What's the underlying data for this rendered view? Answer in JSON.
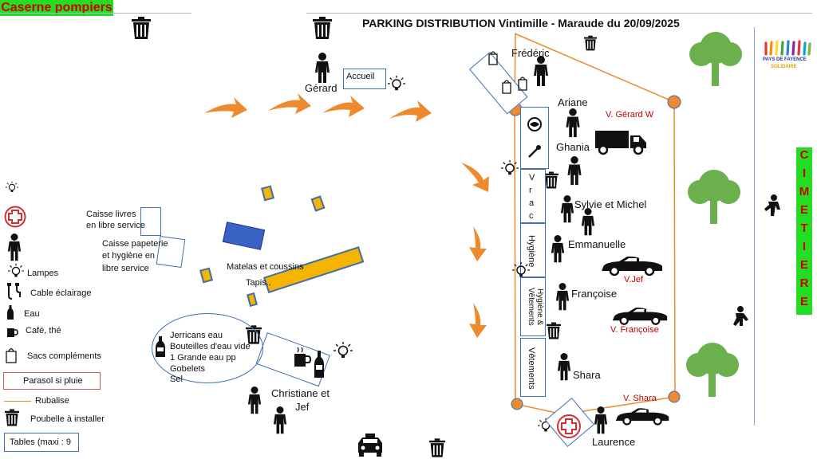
{
  "header": {
    "title": "PARKING DISTRIBUTION Vintimille  - Maraude du 20/09/2025",
    "caserne": "Caserne pompiers"
  },
  "logo": {
    "text_top": "PAYS DE FAYENCE",
    "text_bottom": "SOLIDAIRE"
  },
  "cimetiere": [
    "C",
    "I",
    "M",
    "E",
    "T",
    "I",
    "E",
    "R",
    "E"
  ],
  "people": {
    "gerard": "Gérard",
    "frederic": "Frédéric",
    "ariane": "Ariane",
    "ghania": "Ghania",
    "sylvie_michel": "Sylvie et Michel",
    "emmanuelle": "Emmanuelle",
    "francoise": "Françoise",
    "shara": "Shara",
    "laurence": "Laurence",
    "christiane_jef_1": "Christiane et",
    "christiane_jef_2": "Jef"
  },
  "vehicles": {
    "v_gerard": "V. Gérard W",
    "v_jef": "V.Jef",
    "v_francoise": "V. Françoise",
    "v_shara": "V. Shara"
  },
  "stations": {
    "accueil": "Accueil",
    "vrac": "V r a c",
    "hygiene": "Hygiène",
    "hygiene_vetements": "Hygiène & Vêtements",
    "vetements": "Vêtements"
  },
  "zones": {
    "caisse_livres_1": "Caisse livres",
    "caisse_livres_2": "en libre service",
    "caisse_pap_1": "Caisse papeterie",
    "caisse_pap_2": "et hygiène en",
    "caisse_pap_3": "libre service",
    "matelas": "Matelas et coussins",
    "tapis": "Tapis..",
    "water_1": "Jerricans eau",
    "water_2": "Bouteilles d'eau vide",
    "water_3": "1 Grande eau pp",
    "water_4": "Gobelets",
    "water_5": "Sel"
  },
  "legend": {
    "lampes": "Lampes",
    "cable": "Cable éclairage",
    "eau": "Eau",
    "cafe": "Café, thé",
    "sacs": "Sacs compléments",
    "parasol": "Parasol si pluie",
    "rubalise": "Rubalise",
    "poubelle": "Poubelle à installer",
    "tables": "Tables (maxi : 9"
  },
  "colors": {
    "arrow": "#ee8a2e",
    "rubalise": "#ee8a2e",
    "table_border": "#3f6eb5",
    "table_yellow": "#f4b400",
    "mat_blue": "#3a62c4",
    "tree": "#6ab04c",
    "red_label": "#c00000",
    "green_banner": "#22dd22"
  }
}
